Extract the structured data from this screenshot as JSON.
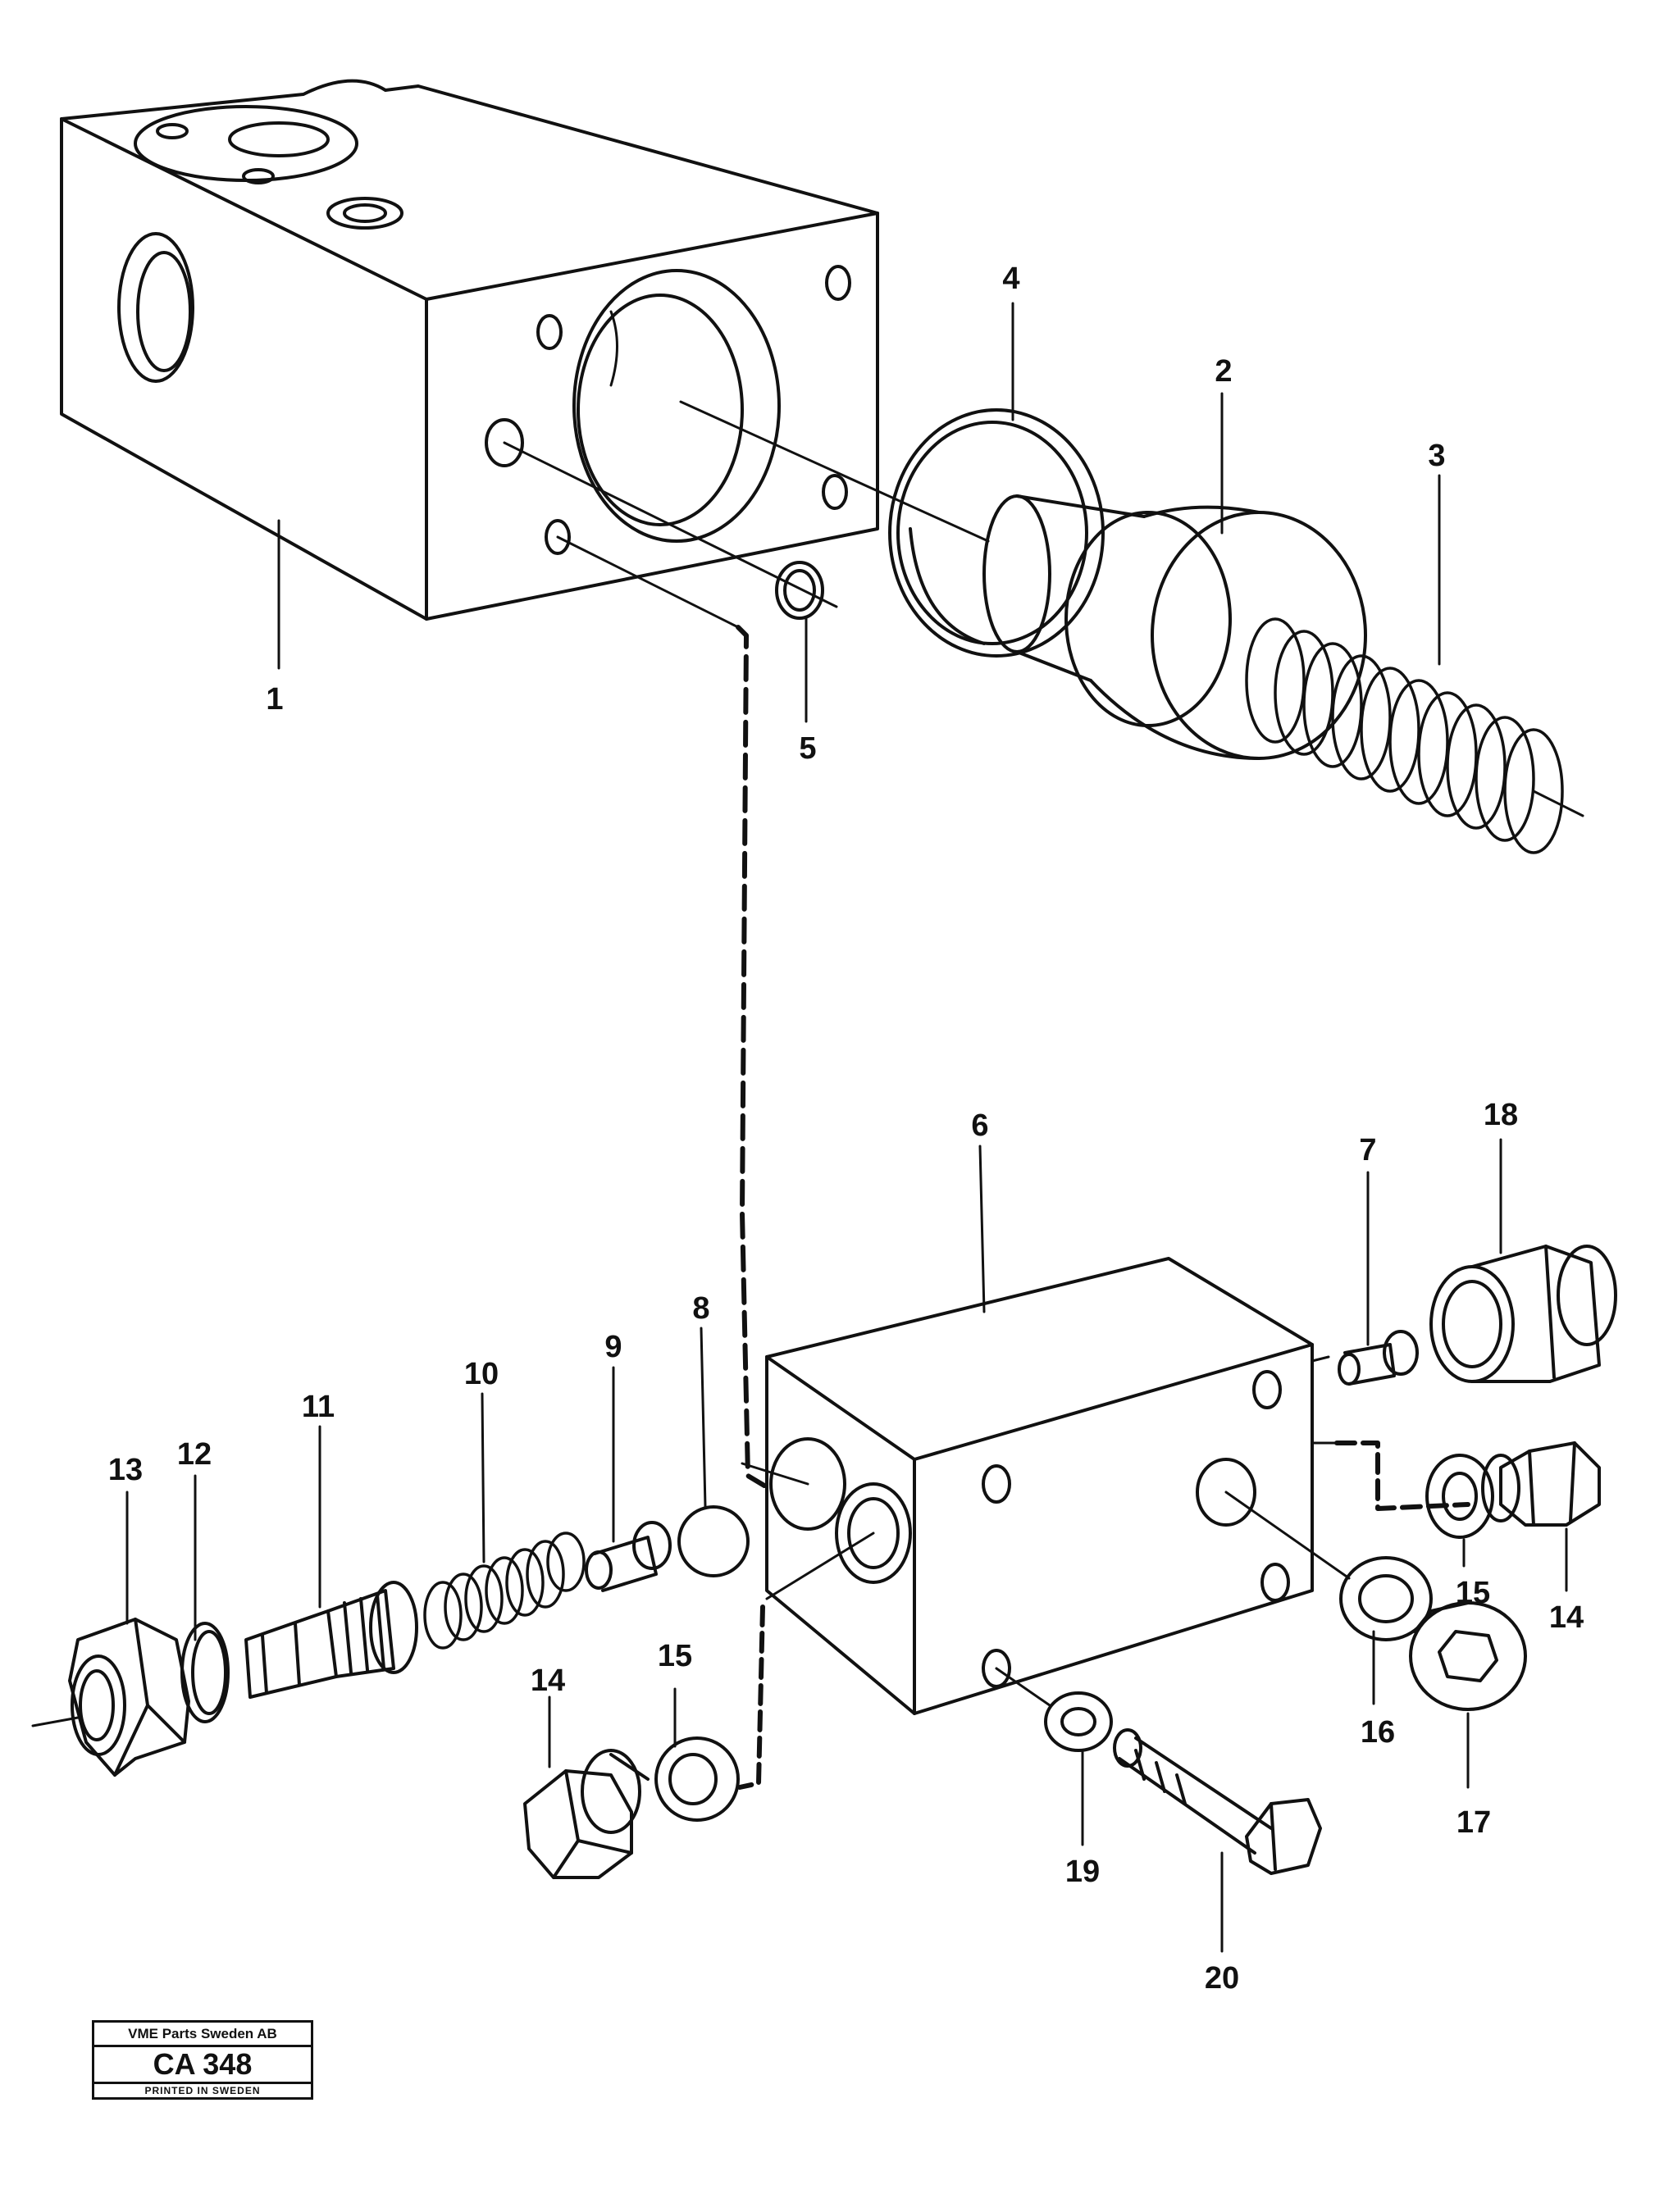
{
  "diagram": {
    "callouts": {
      "c1": "1",
      "c2": "2",
      "c3": "3",
      "c4": "4",
      "c5": "5",
      "c6": "6",
      "c7": "7",
      "c8": "8",
      "c9": "9",
      "c10": "10",
      "c11": "11",
      "c12": "12",
      "c13": "13",
      "c14a": "14",
      "c14b": "14",
      "c15a": "15",
      "c15b": "15",
      "c16": "16",
      "c17": "17",
      "c18": "18",
      "c19": "19",
      "c20": "20"
    }
  },
  "stamp": {
    "company": "VME Parts Sweden AB",
    "code": "CA 348",
    "printed": "PRINTED IN SWEDEN"
  }
}
